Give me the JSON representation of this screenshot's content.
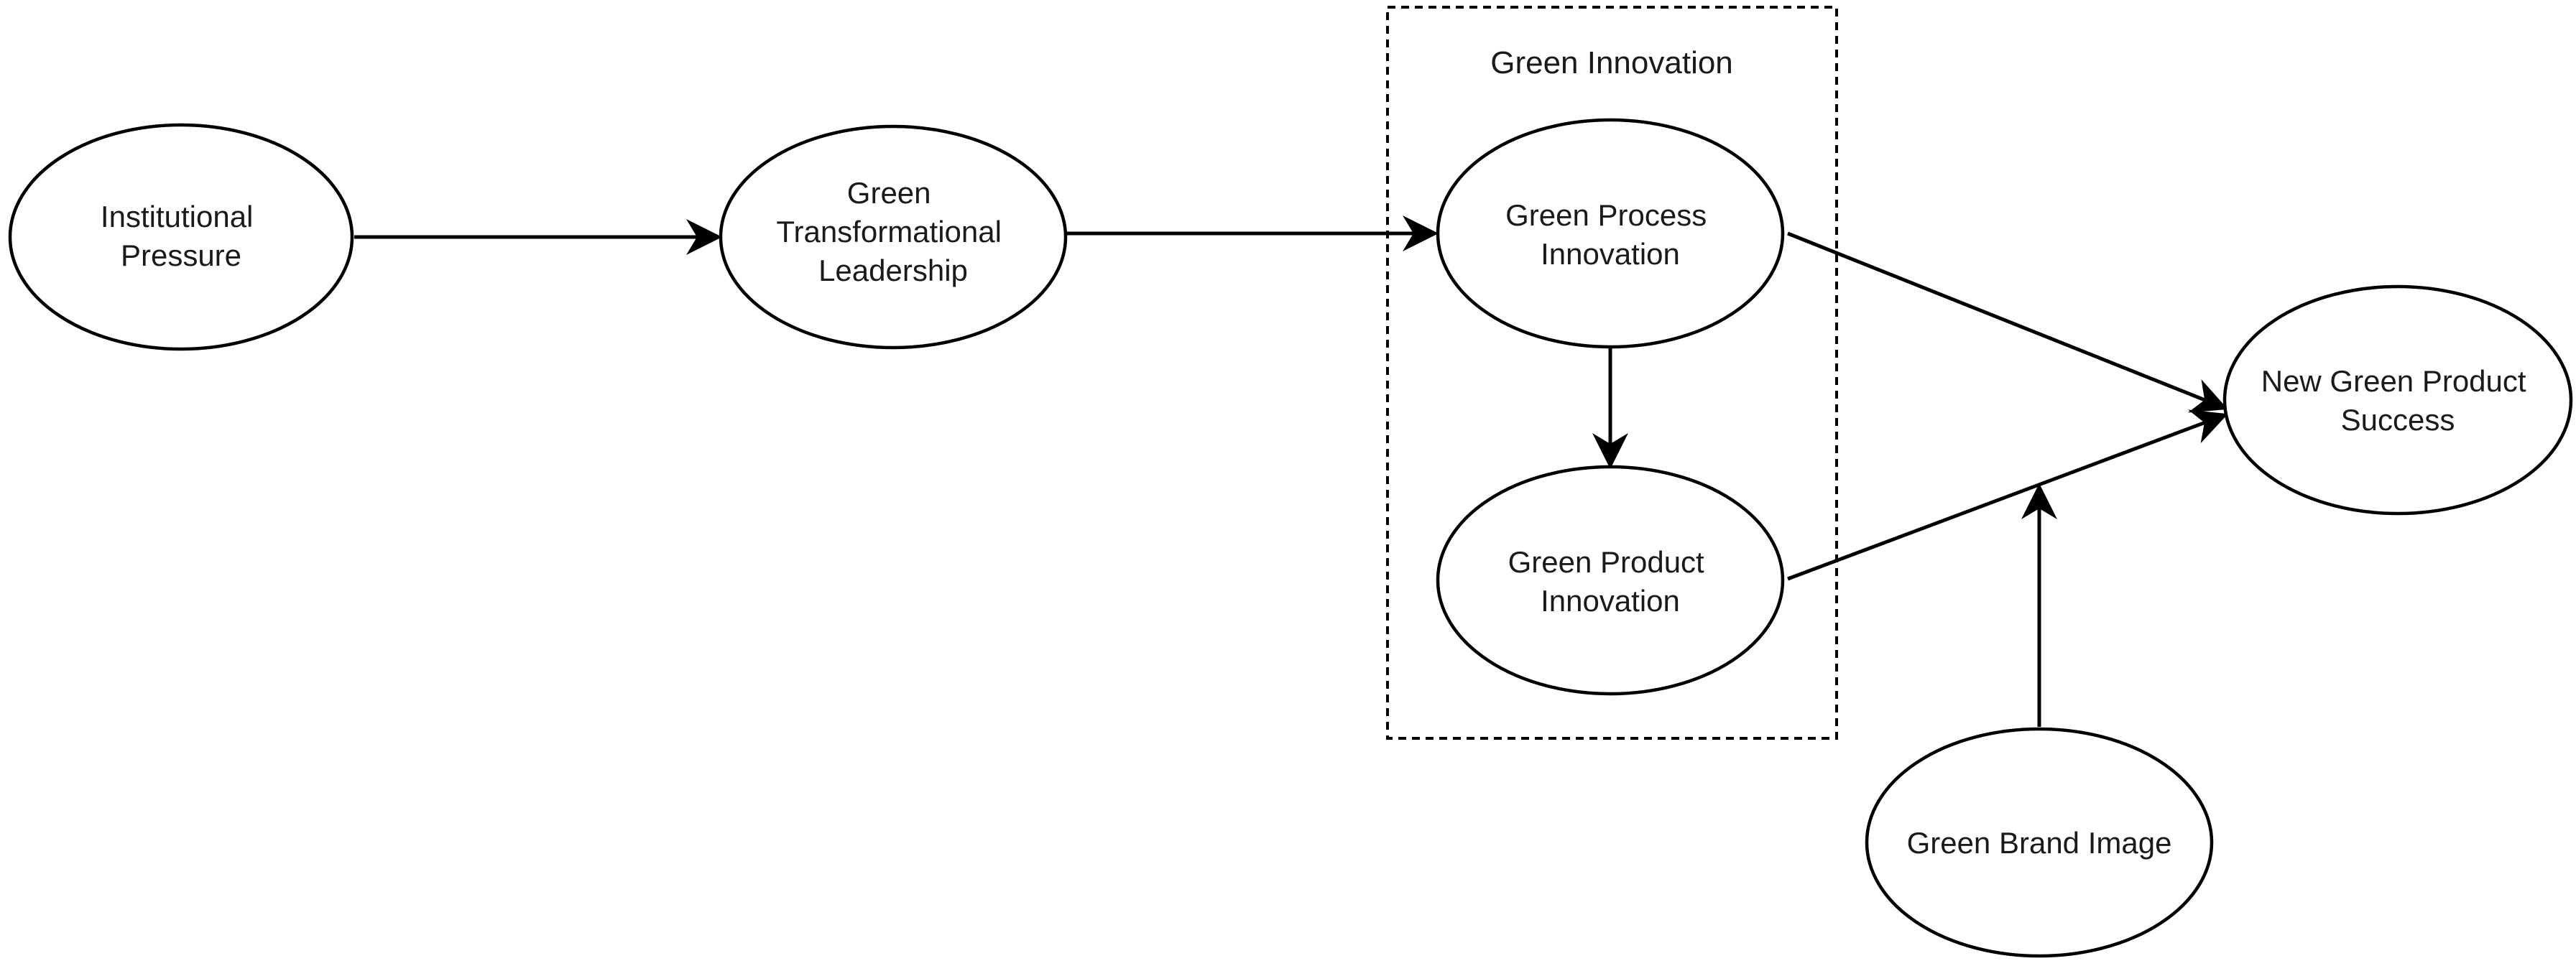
{
  "diagram": {
    "group": {
      "id": "green-innovation",
      "label": "Green Innovation",
      "members": [
        "green-process-innovation",
        "green-product-innovation"
      ]
    },
    "nodes": [
      {
        "id": "institutional-pressure",
        "lines": [
          "Institutional",
          "Pressure"
        ]
      },
      {
        "id": "green-transformational-leadership",
        "lines": [
          "Green",
          "Transformational",
          "Leadership"
        ]
      },
      {
        "id": "green-process-innovation",
        "lines": [
          "Green Process",
          "Innovation"
        ]
      },
      {
        "id": "green-product-innovation",
        "lines": [
          "Green Product",
          "Innovation"
        ]
      },
      {
        "id": "new-green-product-success",
        "lines": [
          "New Green Product",
          "Success"
        ]
      },
      {
        "id": "green-brand-image",
        "lines": [
          "Green Brand Image"
        ]
      }
    ],
    "edges": [
      {
        "from": "institutional-pressure",
        "to": "green-transformational-leadership"
      },
      {
        "from": "green-transformational-leadership",
        "to": "green-process-innovation"
      },
      {
        "from": "green-process-innovation",
        "to": "green-product-innovation"
      },
      {
        "from": "green-process-innovation",
        "to": "new-green-product-success"
      },
      {
        "from": "green-product-innovation",
        "to": "new-green-product-success"
      },
      {
        "from": "green-brand-image",
        "to": "moderation-point",
        "moderates": [
          "green-product-innovation",
          "new-green-product-success"
        ]
      }
    ]
  }
}
